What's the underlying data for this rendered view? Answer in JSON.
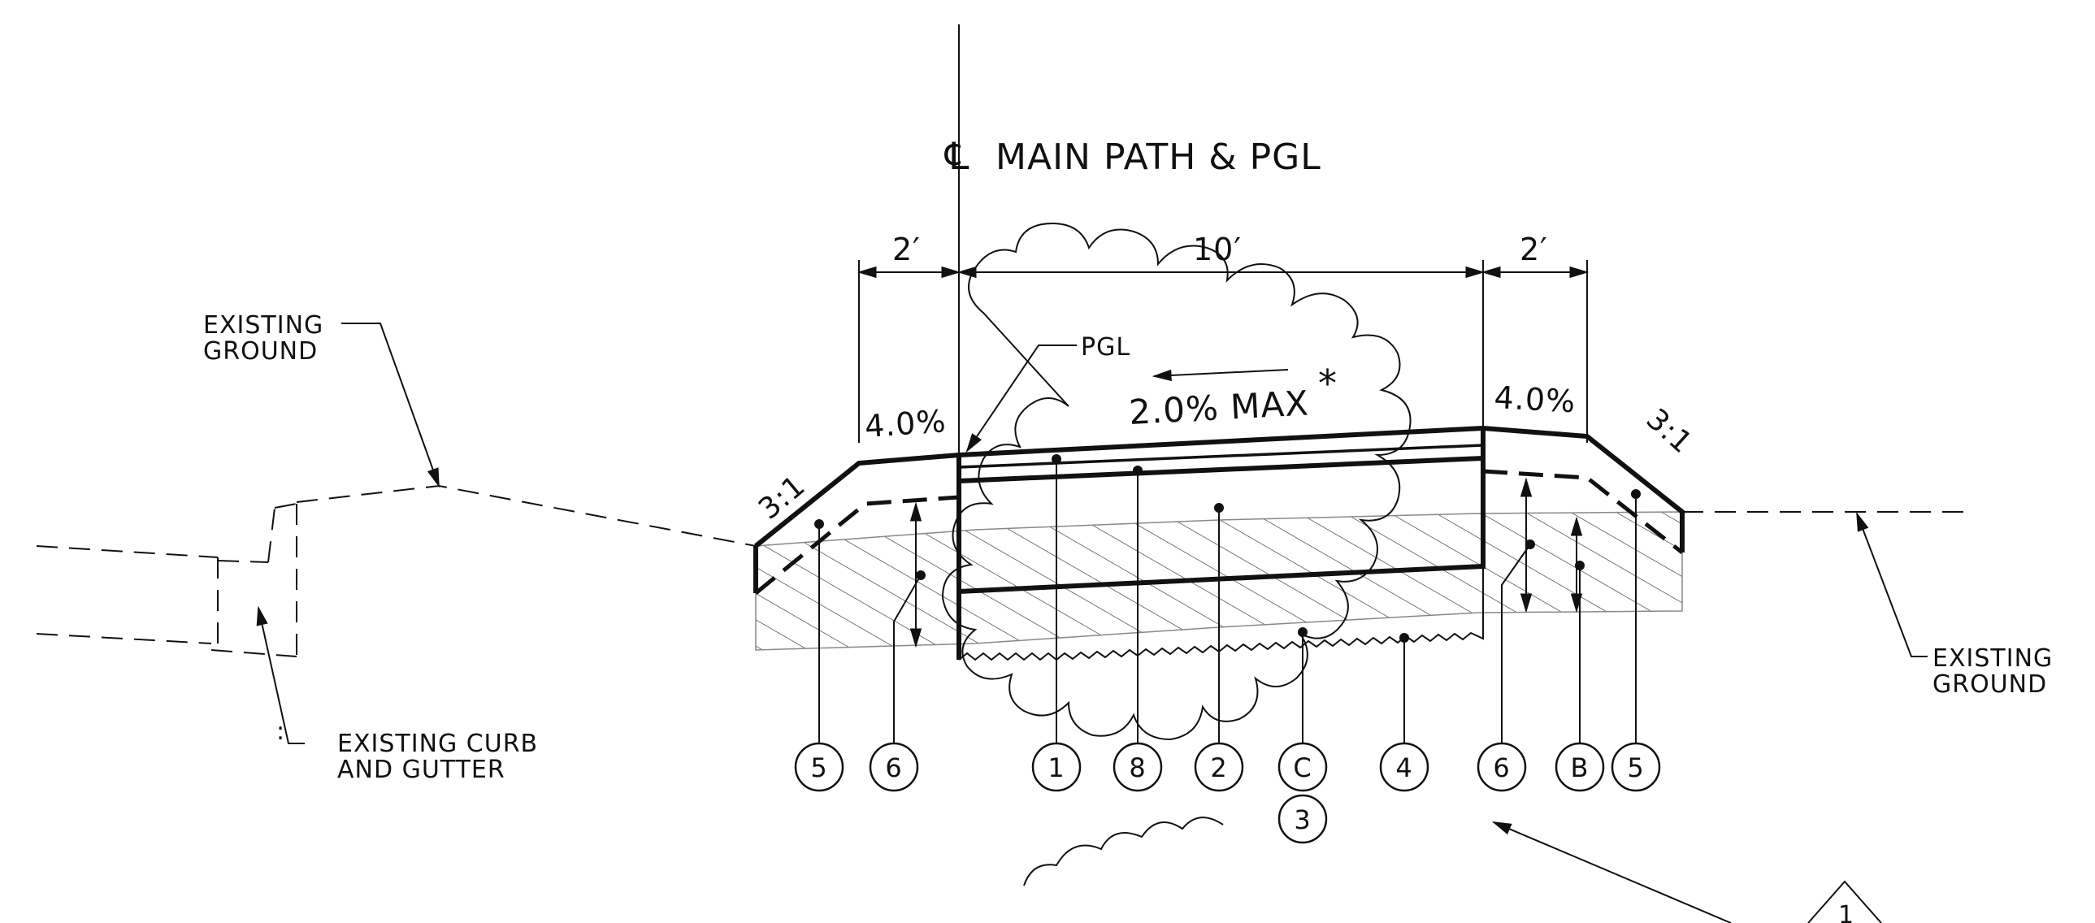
{
  "title": {
    "centerline_symbol": "℄",
    "text": "MAIN PATH & PGL"
  },
  "dimensions": {
    "left_shoulder": "2′",
    "path_width": "10′",
    "right_shoulder": "2′"
  },
  "slopes": {
    "left_shoulder": "4.0%",
    "right_shoulder": "4.0%",
    "path_cross_slope": "2.0% MAX",
    "asterisk": "*",
    "left_side_slope": "3:1",
    "right_side_slope": "3:1"
  },
  "labels": {
    "pgl": "PGL",
    "existing_ground_left_1": "EXISTING",
    "existing_ground_left_2": "GROUND",
    "existing_ground_right_1": "EXISTING",
    "existing_ground_right_2": "GROUND",
    "curb_1": "EXISTING CURB",
    "curb_2": "AND GUTTER",
    "curb_mark": ":",
    "revision_number": "1"
  },
  "callouts": [
    {
      "id": "5-left",
      "text": "5"
    },
    {
      "id": "6-left",
      "text": "6"
    },
    {
      "id": "1",
      "text": "1"
    },
    {
      "id": "8",
      "text": "8"
    },
    {
      "id": "2",
      "text": "2"
    },
    {
      "id": "C",
      "text": "C"
    },
    {
      "id": "3",
      "text": "3"
    },
    {
      "id": "4",
      "text": "4"
    },
    {
      "id": "6-right",
      "text": "6"
    },
    {
      "id": "B",
      "text": "B"
    },
    {
      "id": "5-right",
      "text": "5"
    }
  ]
}
